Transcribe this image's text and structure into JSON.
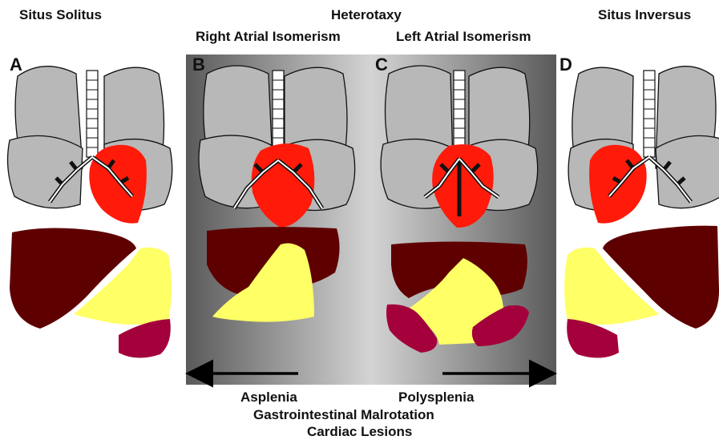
{
  "headings": {
    "situs_solitus": "Situs Solitus",
    "heterotaxy": "Heterotaxy",
    "right_atrial_isomerism": "Right Atrial Isomerism",
    "left_atrial_isomerism": "Left Atrial Isomerism",
    "situs_inversus": "Situs Inversus"
  },
  "panels": {
    "a": "A",
    "b": "B",
    "c": "C",
    "d": "D"
  },
  "bottom": {
    "asplenia": "Asplenia",
    "polysplenia": "Polysplenia",
    "malrotation": "Gastrointestinal Malrotation",
    "cardiac": "Cardiac Lesions"
  },
  "colors": {
    "lung": "#b8b8b8",
    "heart": "#ff1a0a",
    "liver": "#5e0000",
    "stomach": "#ffff66",
    "spleen": "#a3003c",
    "outline": "#111111"
  },
  "icons": {
    "arrow_left": "arrow-left-icon",
    "arrow_right": "arrow-right-icon"
  }
}
